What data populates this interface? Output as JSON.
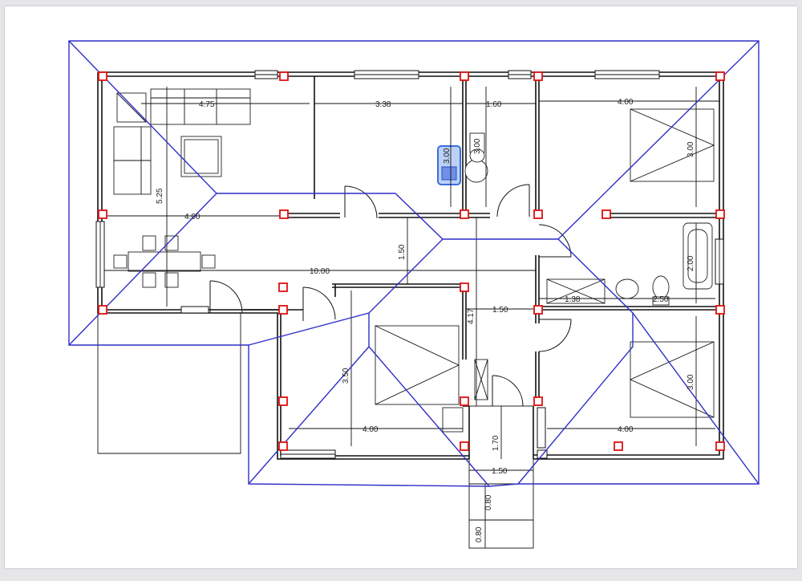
{
  "drawing": {
    "dimensions": {
      "living_width": "4.75",
      "living_depth": "5.25",
      "living_lower_width": "4.00",
      "total_length": "10.00",
      "room2_width": "3.38",
      "wc_depth": "3.00",
      "wc_width": "1.60",
      "bed_ne_width": "4.00",
      "bed_ne_depth": "3.00",
      "hall_depth": "1.50",
      "corridor_length": "4.17",
      "corridor_width": "1.50",
      "bath_width_a": "1.38",
      "bath_width_b": "2.50",
      "bath_depth": "2.00",
      "bed_sw_depth": "3.50",
      "bed_sw_width": "4.00",
      "bed_se_depth": "3.00",
      "bed_se_width": "4.00",
      "entry_depth": "1.70",
      "entry_width": "1.50",
      "step_a": "0.80",
      "step_b": "0.80"
    },
    "colors": {
      "roof_outline": "#2f2fc8",
      "column_marker": "#e01010",
      "walls": "#111111",
      "selected_fixture": "#3a6fe0"
    }
  }
}
